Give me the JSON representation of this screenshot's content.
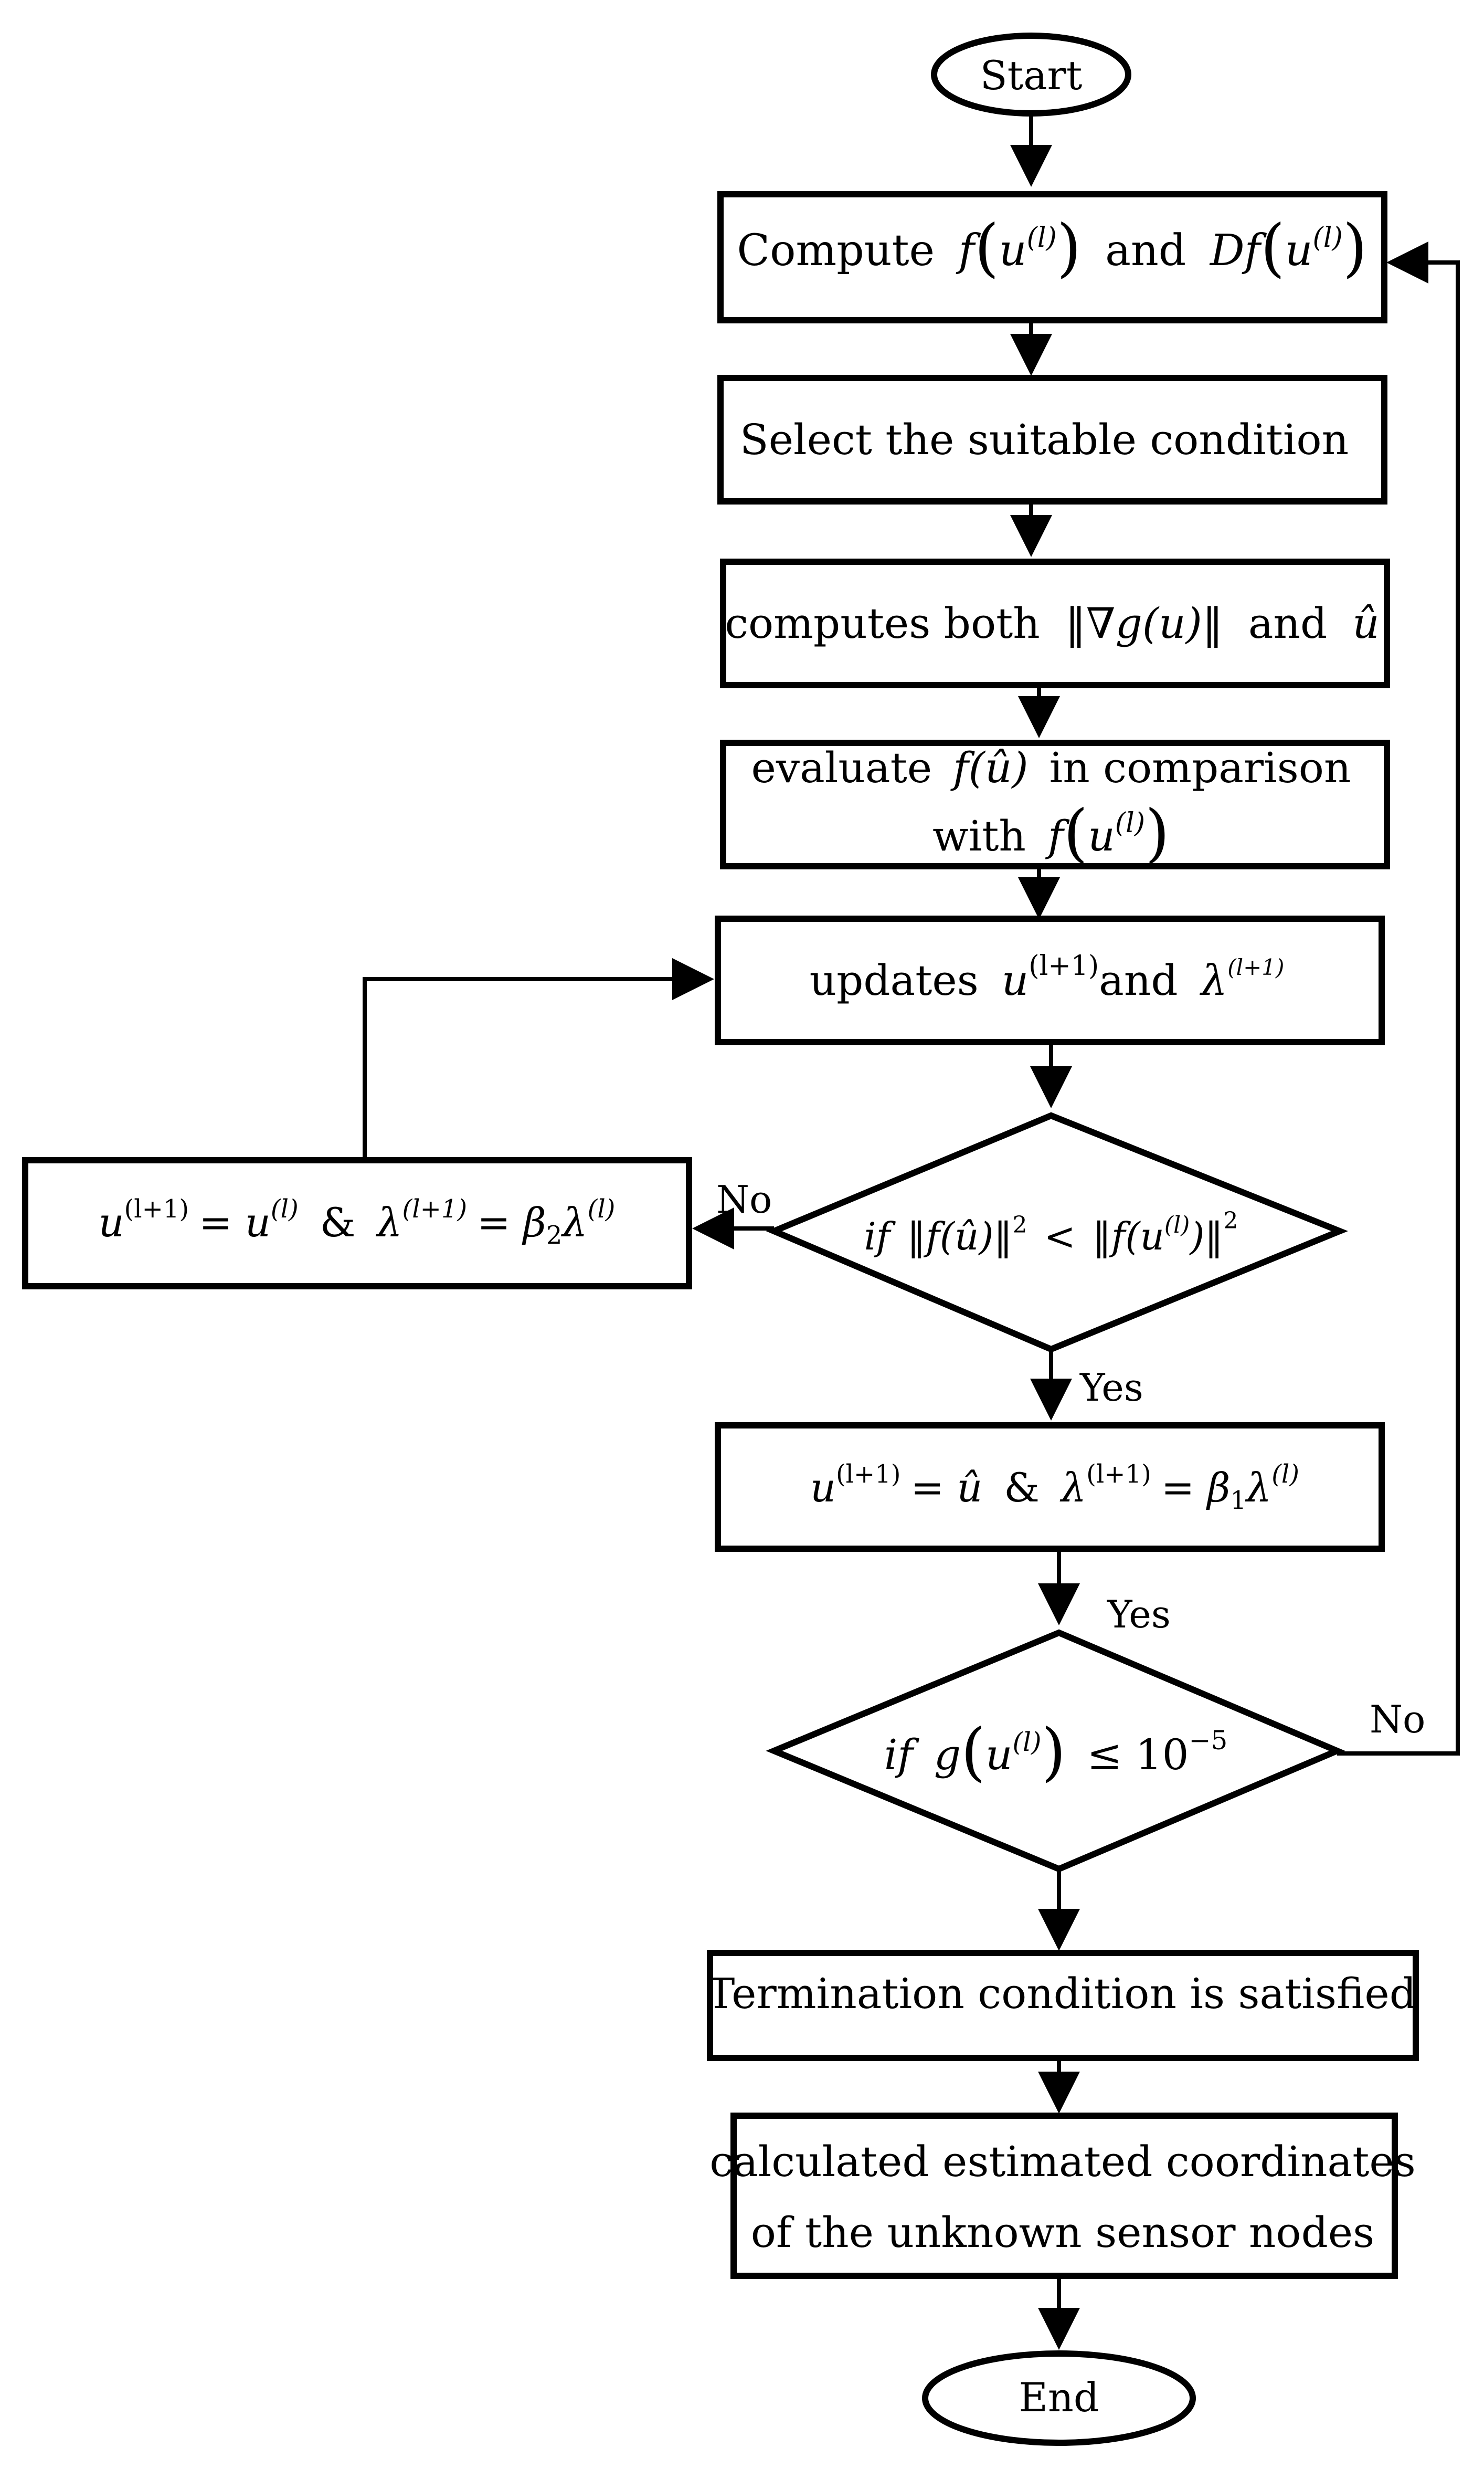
{
  "nodes": {
    "start": "Start",
    "compute": {
      "a": "Compute",
      "b": "f",
      "c": "u",
      "d": "(l)",
      "e": "and",
      "f": "Df",
      "g": "u",
      "h": "(l)"
    },
    "select": "Select the suitable condition",
    "grad": {
      "a": "computes both",
      "b": "‖∇g(u)‖",
      "c": "and",
      "d": "û"
    },
    "evaluate": {
      "line1a": "evaluate",
      "line1b": "f(û)",
      "line1c": "in comparison",
      "line2a": "with",
      "line2b": "f",
      "line2c": "u",
      "line2d": "(l)"
    },
    "update": {
      "a": "updates",
      "b": "u",
      "c": "(l+1)",
      "d": "and",
      "e": "λ",
      "f": "(l+1)"
    },
    "cond1": {
      "a": "if",
      "b": "‖f(û)‖",
      "c": "2",
      "d": "<",
      "e": "‖f(u",
      "f": "(l)",
      "g": ")‖",
      "h": "2"
    },
    "no_branch": {
      "a": "u",
      "b": "(l+1)",
      "c": "= u",
      "d": "(l)",
      "e": "&",
      "f": "λ",
      "g": "(l+1)",
      "h": "= β",
      "i": "2",
      "j": "λ",
      "k": "(l)"
    },
    "yes_branch": {
      "a": "u",
      "b": "(l+1)",
      "c": "= û",
      "d": "&",
      "e": "λ",
      "f": "(l+1)",
      "g": "= β",
      "h": "1",
      "i": "λ",
      "j": "(l)"
    },
    "cond2": {
      "a": "if",
      "b": "g",
      "c": "u",
      "d": "(l)",
      "e": "≤ 10",
      "f": "−5"
    },
    "terminate": "Termination condition is satisfied",
    "calc": {
      "line1": "calculated estimated coordinates",
      "line2": "of the unknown sensor nodes"
    },
    "end": "End"
  },
  "edge_labels": {
    "no1": "No",
    "yes1": "Yes",
    "yes2": "Yes",
    "no2": "No"
  }
}
